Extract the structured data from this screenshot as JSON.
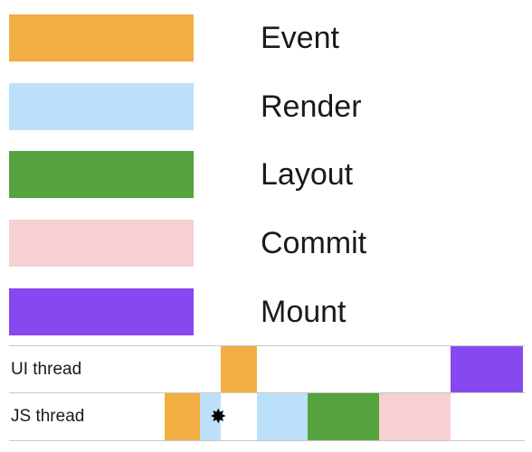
{
  "legend": {
    "items": [
      {
        "key": "event",
        "label": "Event",
        "color": "#F2AE42"
      },
      {
        "key": "render",
        "label": "Render",
        "color": "#BDE0FA"
      },
      {
        "key": "layout",
        "label": "Layout",
        "color": "#55A33E"
      },
      {
        "key": "commit",
        "label": "Commit",
        "color": "#F6D0D2"
      },
      {
        "key": "mount",
        "label": "Mount",
        "color": "#8549EF"
      }
    ]
  },
  "timeline": {
    "threads": [
      {
        "label": "UI thread"
      },
      {
        "label": "JS thread"
      }
    ],
    "marker_icon": "starburst-icon"
  }
}
